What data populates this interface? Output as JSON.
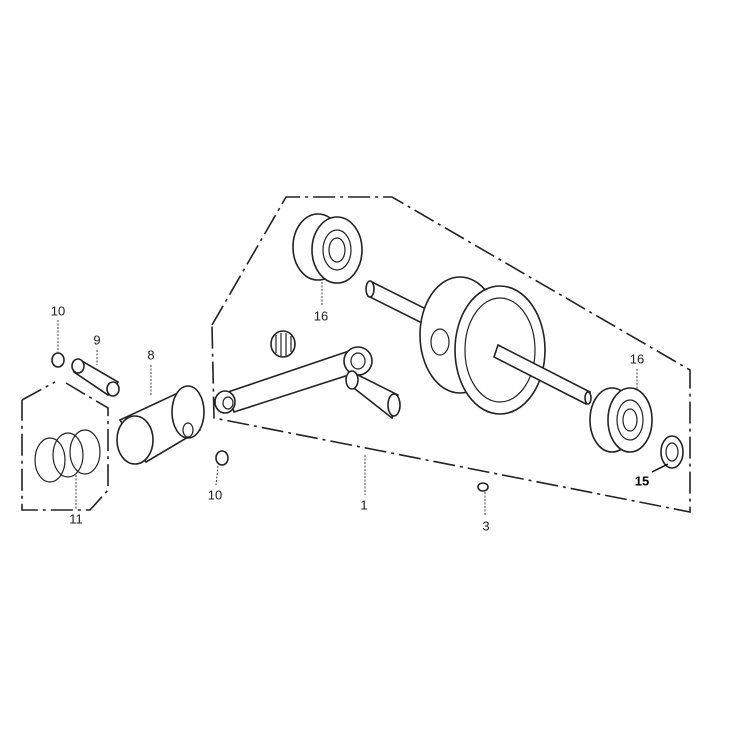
{
  "diagram": {
    "callouts": [
      {
        "id": "piston-clip-top",
        "text": "10"
      },
      {
        "id": "piston-pin",
        "text": "9"
      },
      {
        "id": "piston",
        "text": "8"
      },
      {
        "id": "piston-rings",
        "text": "11"
      },
      {
        "id": "piston-clip-bottom",
        "text": "10"
      },
      {
        "id": "bearing-left",
        "text": "16"
      },
      {
        "id": "bearing-right",
        "text": "16"
      },
      {
        "id": "crankshaft-assembly",
        "text": "1"
      },
      {
        "id": "woodruff-key",
        "text": "3"
      },
      {
        "id": "oil-seal",
        "text": "15"
      }
    ]
  }
}
